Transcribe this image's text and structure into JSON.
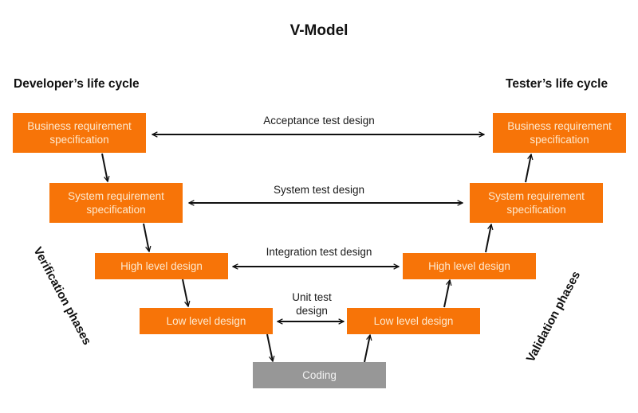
{
  "title": "V-Model",
  "developer_lifecycle": "Developer’s life cycle",
  "tester_lifecycle": "Tester’s life cycle",
  "colors": {
    "phase_box": "#f77408",
    "coding_box": "#979797",
    "box_text": "#fde9cf"
  },
  "verification": {
    "label": "Verification phases",
    "boxes": [
      {
        "label": "Business requirement specification"
      },
      {
        "label": "System requirement specification"
      },
      {
        "label": "High level design"
      },
      {
        "label": "Low level design"
      }
    ]
  },
  "coding": {
    "label": "Coding"
  },
  "validation": {
    "label": "Validation phases",
    "boxes": [
      {
        "label": "Business requirement specification"
      },
      {
        "label": "System requirement specification"
      },
      {
        "label": "High level design"
      },
      {
        "label": "Low level design"
      }
    ]
  },
  "test_designs": [
    {
      "label": "Acceptance test design"
    },
    {
      "label": "System test design"
    },
    {
      "label": "Integration test design"
    },
    {
      "label": "Unit test design"
    }
  ]
}
